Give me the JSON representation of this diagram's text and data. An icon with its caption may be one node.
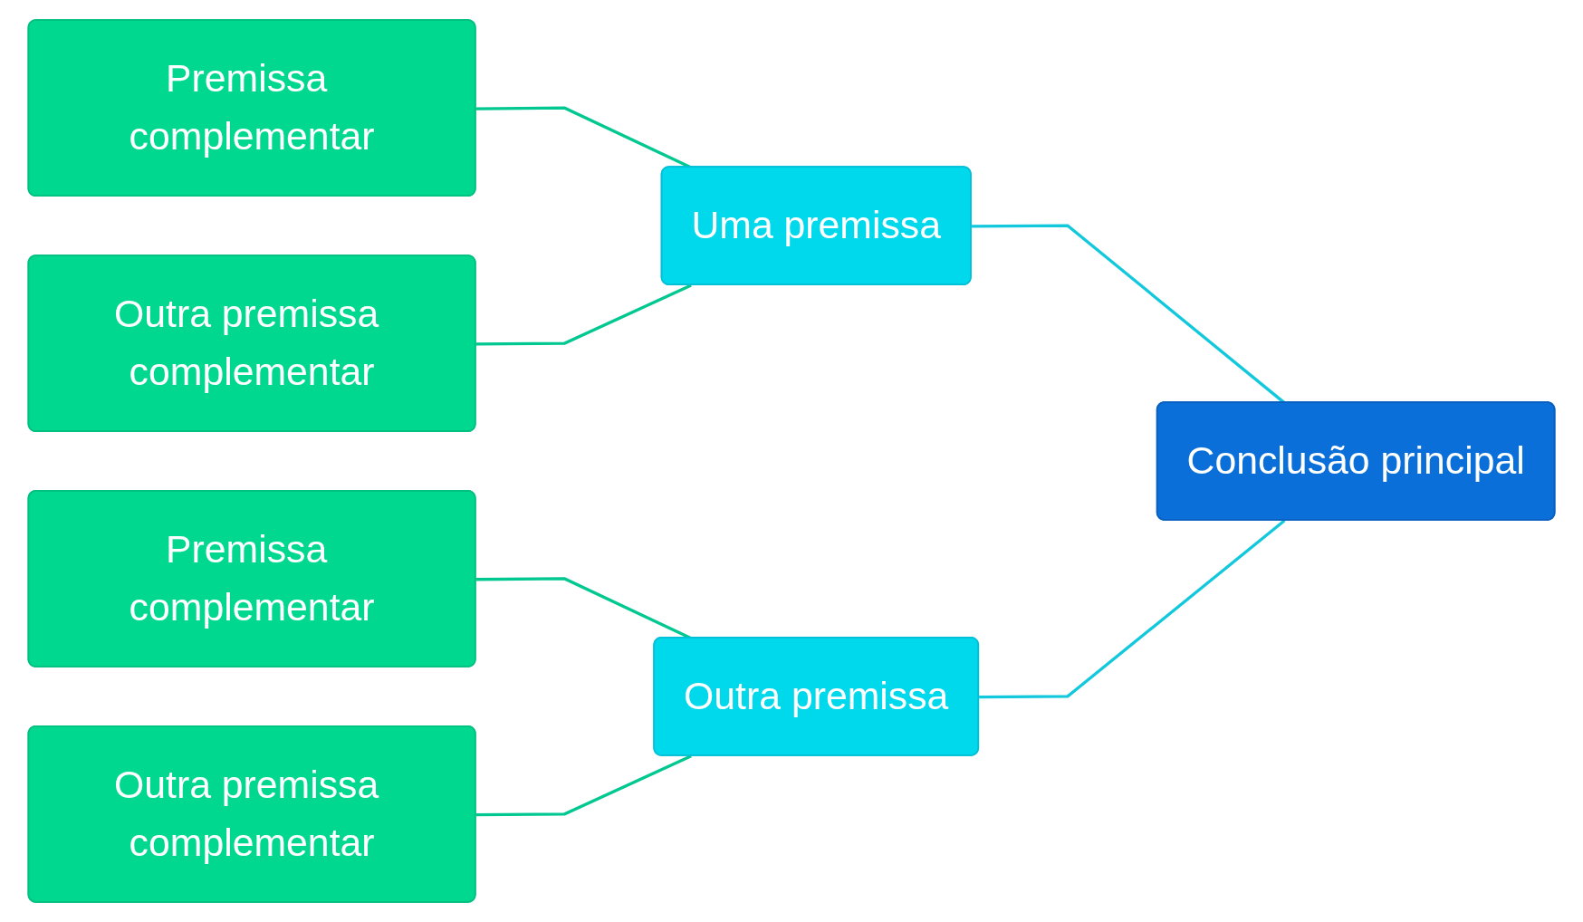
{
  "diagram": {
    "nodes": [
      {
        "text": [
          "Premissa complementar"
        ]
      },
      {
        "text": [
          "Outra premissa complementar"
        ]
      },
      {
        "text": [
          "Uma premissa"
        ]
      },
      {
        "text": [
          "Premissa complementar"
        ]
      },
      {
        "text": [
          "Outra premissa complementar"
        ]
      },
      {
        "text": [
          "Outra premissa"
        ]
      },
      {
        "text": [
          "Conclusão principal"
        ]
      }
    ],
    "edges": [
      {
        "from": 0,
        "to": 2,
        "arrow": "none"
      },
      {
        "from": 1,
        "to": 2,
        "arrow": "none"
      },
      {
        "from": 3,
        "to": 5,
        "arrow": "none"
      },
      {
        "from": 4,
        "to": 5,
        "arrow": "none"
      },
      {
        "from": 2,
        "to": 6,
        "arrow": "none",
        "color": "#12c8dc"
      },
      {
        "from": 5,
        "to": 6,
        "arrow": "none",
        "color": "#12c8dc"
      }
    ]
  }
}
